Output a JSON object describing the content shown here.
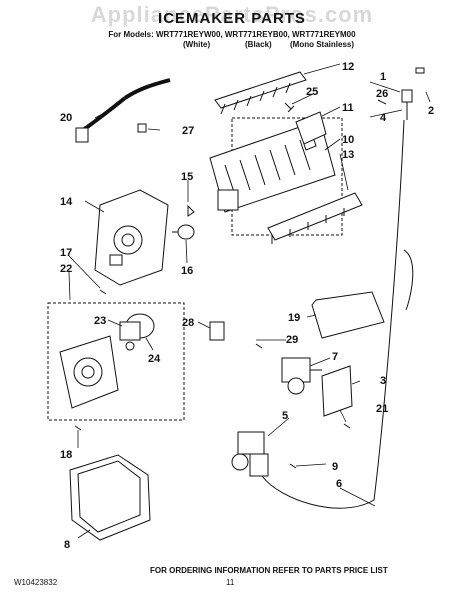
{
  "watermark": "AppliancePartsPros.com",
  "header": {
    "title": "ICEMAKER PARTS",
    "models": "For Models: WRT771REYW00, WRT771REYB00, WRT771REYM00",
    "variants": [
      "(White)",
      "(Black)",
      "(Mono Stainless)"
    ]
  },
  "callouts": [
    "1",
    "2",
    "3",
    "4",
    "5",
    "6",
    "7",
    "8",
    "9",
    "10",
    "11",
    "12",
    "13",
    "14",
    "15",
    "16",
    "17",
    "18",
    "19",
    "20",
    "21",
    "22",
    "23",
    "24",
    "25",
    "26",
    "27",
    "28",
    "29"
  ],
  "footer": {
    "ordering_info": "FOR ORDERING INFORMATION REFER TO PARTS PRICE LIST",
    "doc_number": "W10423832",
    "page_number": "11"
  }
}
